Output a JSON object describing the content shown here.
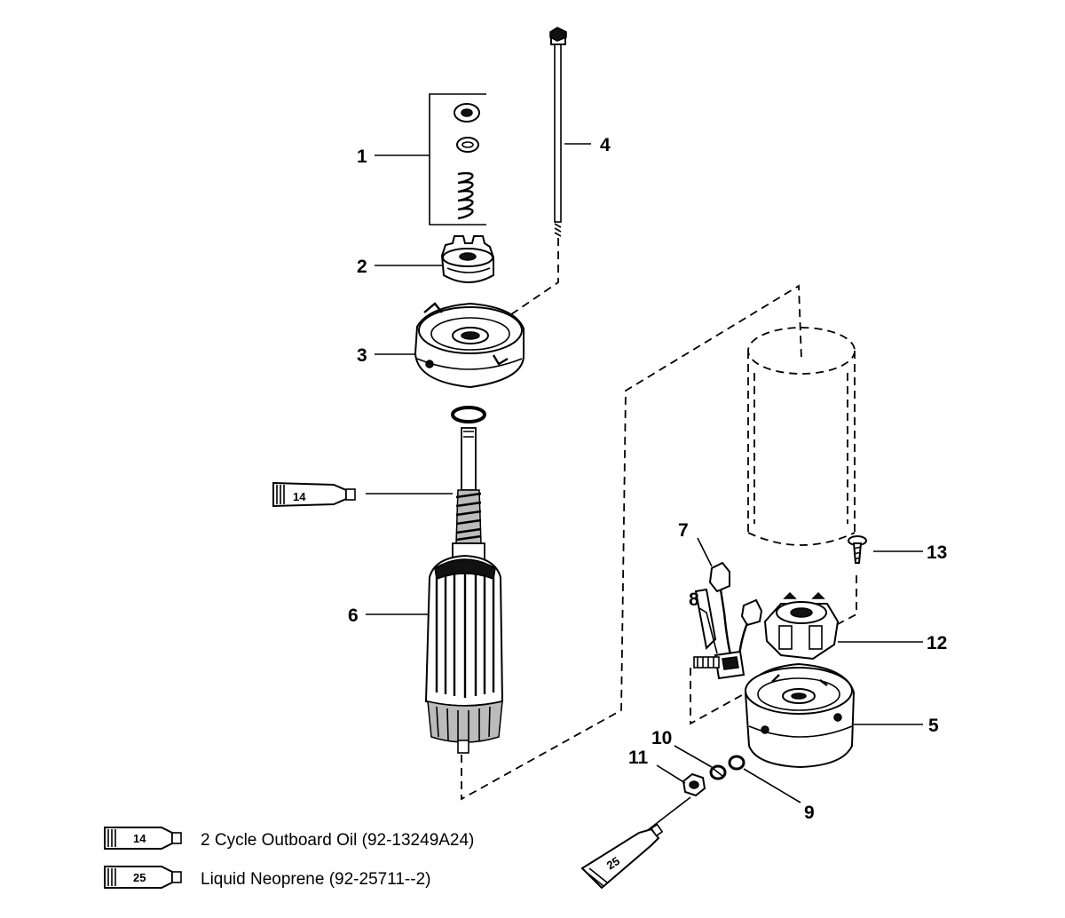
{
  "callouts": {
    "c1": "1",
    "c2": "2",
    "c3": "3",
    "c4": "4",
    "c5": "5",
    "c6": "6",
    "c7": "7",
    "c8": "8",
    "c9": "9",
    "c10": "10",
    "c11": "11",
    "c12": "12",
    "c13": "13"
  },
  "tubes": {
    "shaft_tube": "14",
    "nut_tube": "25"
  },
  "legend": [
    {
      "number": "14",
      "text": "2 Cycle Outboard Oil (92-13249A24)"
    },
    {
      "number": "25",
      "text": "Liquid Neoprene (92-25711--2)"
    }
  ]
}
